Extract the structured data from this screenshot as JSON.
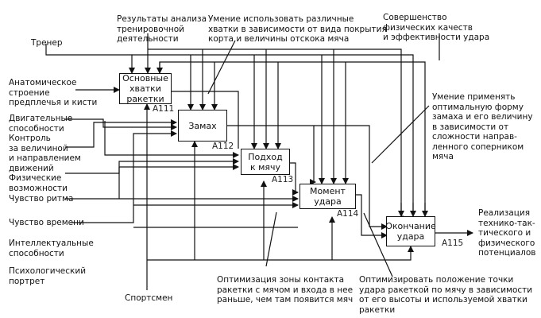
{
  "diagram": {
    "type": "IDEF0",
    "blocks": [
      {
        "id": "A111",
        "label": "Основные\nхватки\nракетки",
        "code": "A111"
      },
      {
        "id": "A112",
        "label": "Замах",
        "code": "A112"
      },
      {
        "id": "A113",
        "label": "Подход\nк мячу",
        "code": "A113"
      },
      {
        "id": "A114",
        "label": "Момент\nудара",
        "code": "A114"
      },
      {
        "id": "A115",
        "label": "Окончание\nудара",
        "code": "A115"
      }
    ],
    "controls": {
      "trainer": "Тренер",
      "analysis_results": "Результаты анализа\nтренировочной\nдеятельности",
      "grip_skill": "Умение использовать различные\nхватки в зависимости от вида покрытия\nкорта и величины отскока мяча",
      "perfection": "Совершенство\nфизических качеств\nи эффективности удара",
      "swing_skill": "Умение применять\nоптимальную форму\nзамаха и его величину\nв зависимости от\nсложности направ-\nленного соперником\nмяча"
    },
    "inputs": [
      "Анатомическое\nстроение\nпредплечья и кисти",
      "Двигательные\nспособности",
      "Контроль\nза величиной\nи направлением\nдвижений",
      "Физические\nвозможности",
      "Чувство ритма",
      "Чувство времени",
      "Интеллектуальные\nспособности",
      "Психологический\nпортрет"
    ],
    "mechanism": "Спортсмен",
    "notes": {
      "contact_zone": "Оптимизация зоны контакта\nракетки с мячом и входа в нее\nраньше, чем там появится мяч",
      "hit_point": "Оптимизировать положение точки\nудара ракеткой по мячу в зависимости\nот его высоты и используемой хватки\nракетки"
    },
    "output": "Реализация\nтехнико-так-\nтического и\nфизического\nпотенциалов"
  }
}
